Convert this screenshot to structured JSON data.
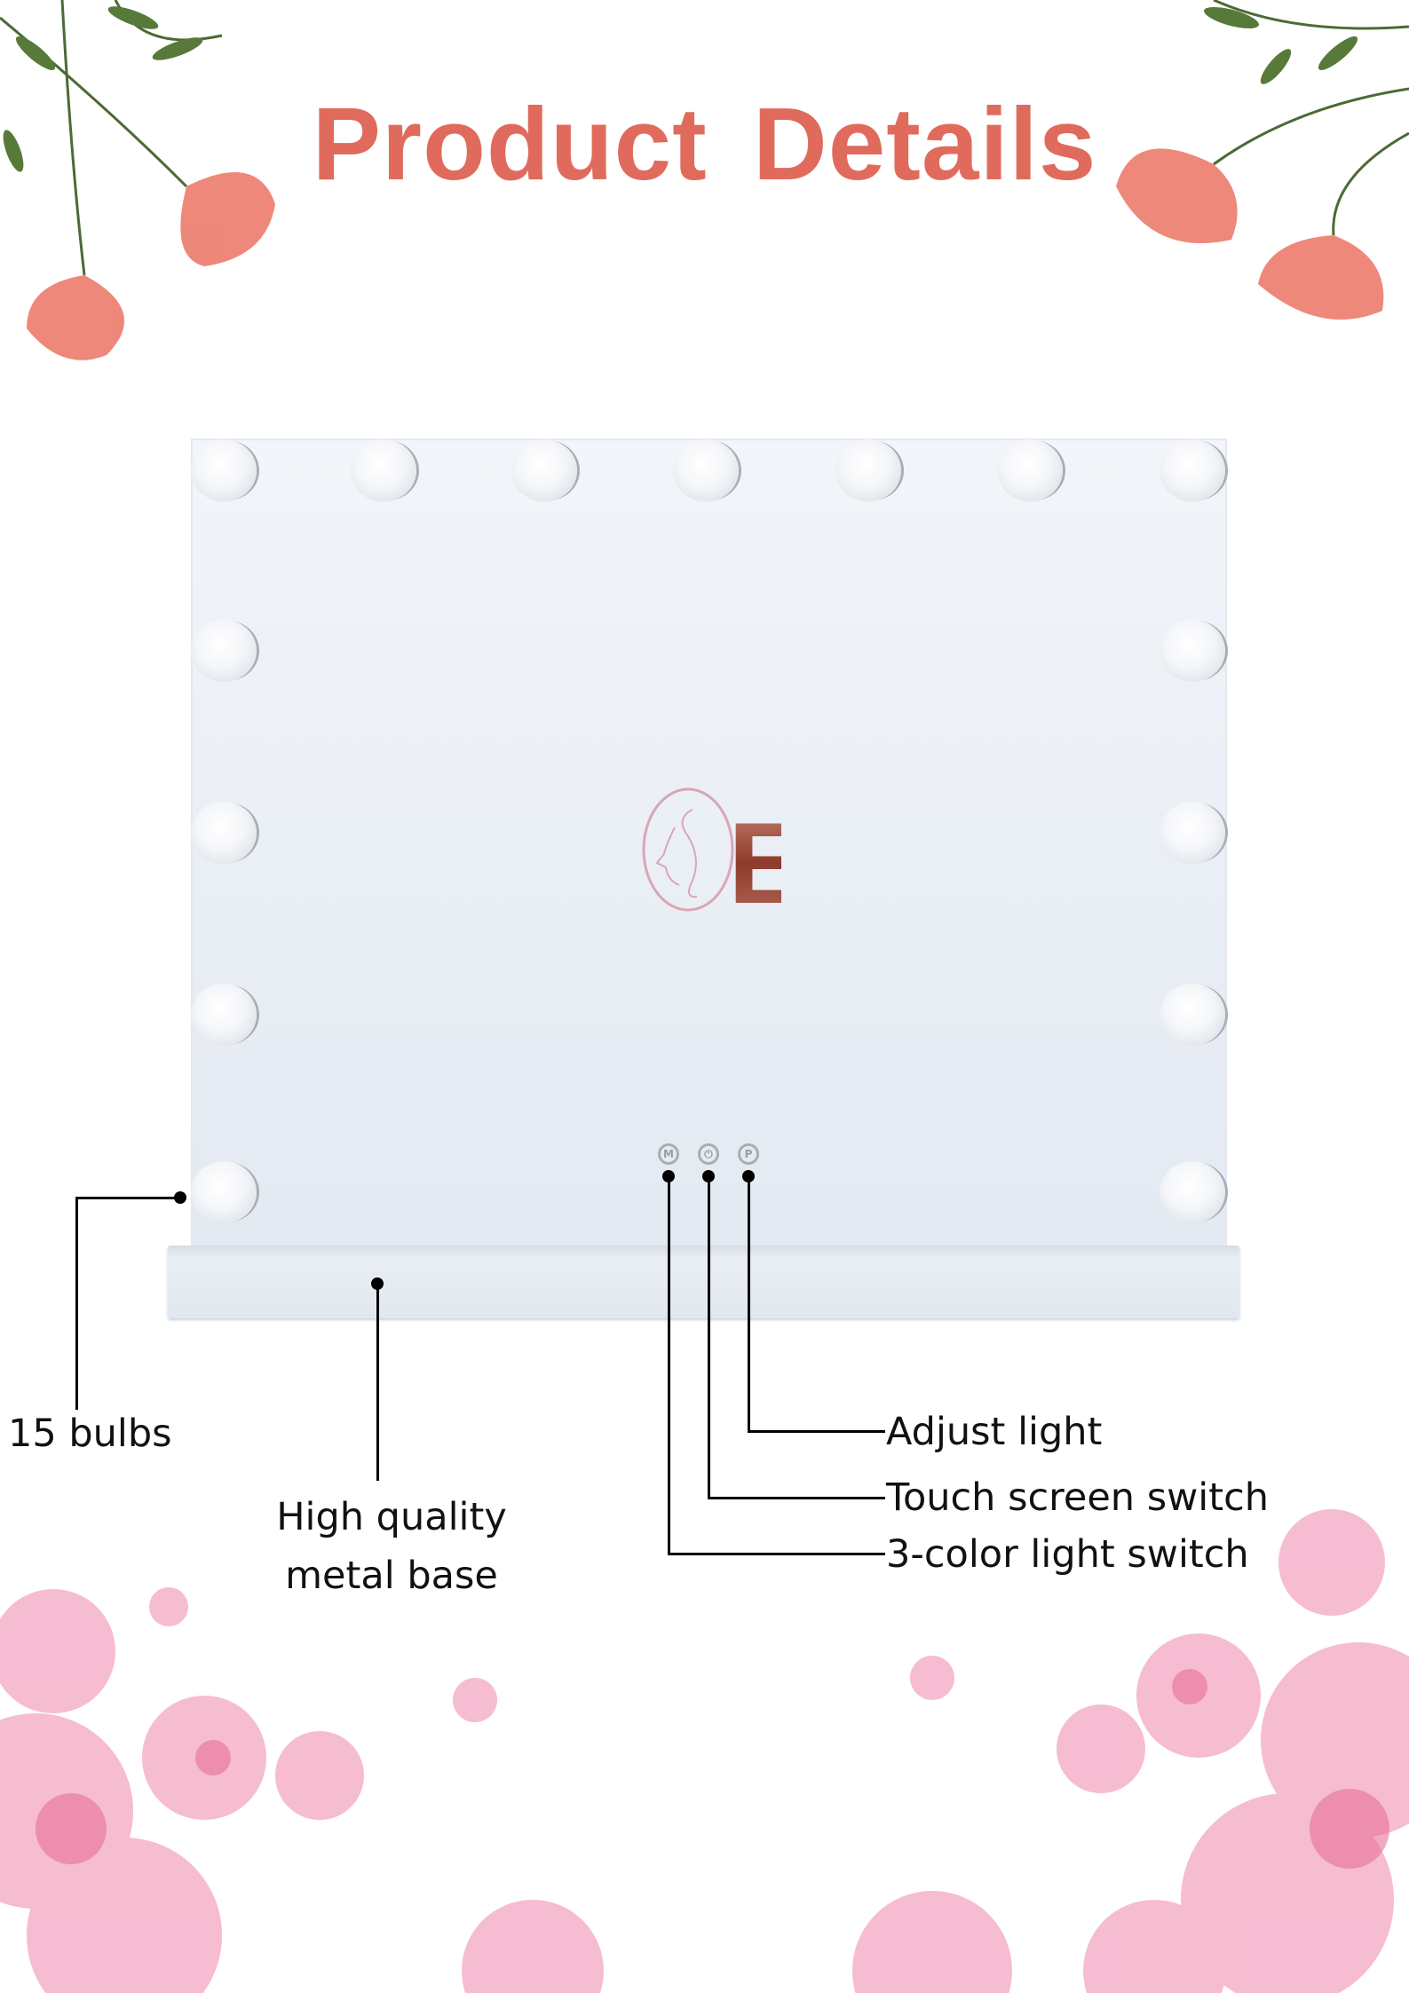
{
  "title": "Product  Details",
  "logo": {
    "letter": "E"
  },
  "buttons": [
    {
      "icon": "mode-icon",
      "label": "M"
    },
    {
      "icon": "power-icon",
      "label": "⏻"
    },
    {
      "icon": "brightness-icon",
      "label": "P"
    }
  ],
  "callouts": {
    "bulbs": "15 bulbs",
    "base_line1": "High quality",
    "base_line2": "metal base",
    "adjust": "Adjust light",
    "touch": "Touch screen switch",
    "color": "3-color light switch"
  },
  "colors": {
    "title": "#e06b5d",
    "flower_coral": "#ec7b6c",
    "flower_pink": "#f3a6c1"
  }
}
